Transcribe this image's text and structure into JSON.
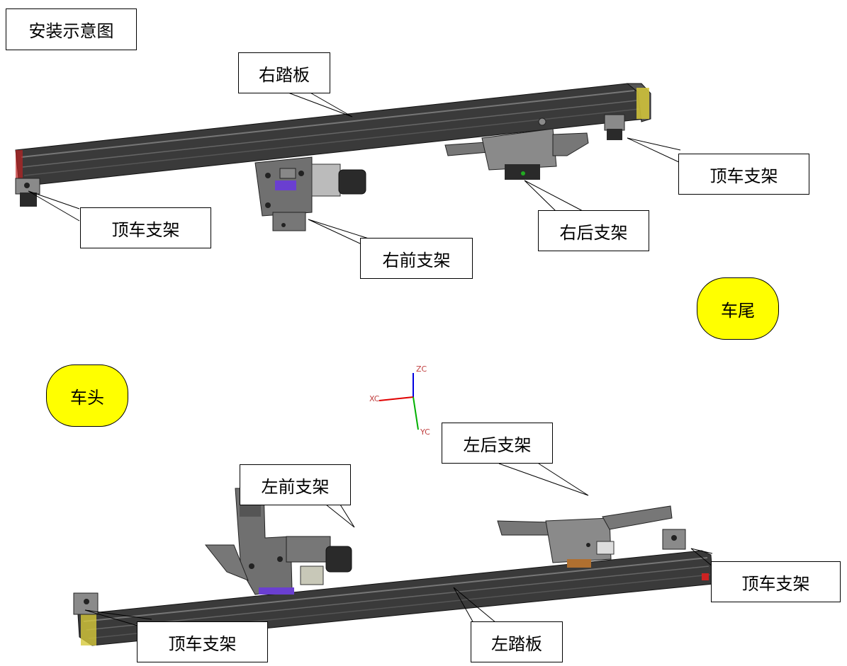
{
  "title": "安装示意图",
  "labels": {
    "right_board": "右踏板",
    "left_board": "左踏板",
    "right_front_bracket": "右前支架",
    "right_rear_bracket": "右后支架",
    "left_front_bracket": "左前支架",
    "left_rear_bracket": "左后支架",
    "jack_bracket": "顶车支架"
  },
  "badges": {
    "rear": "车尾",
    "front": "车头"
  },
  "axes": {
    "zc": "ZC",
    "xc": "XC",
    "yc": "YC"
  },
  "colors": {
    "badge_fill": "#ffff00",
    "board_fill": "#3a3a3a",
    "bracket_fill": "#707070",
    "motor_fill": "#2a2a2a",
    "accent_purple": "#6a3fd0",
    "axis_x": "#e00000",
    "axis_y": "#00b000",
    "axis_z": "#0000e0"
  }
}
